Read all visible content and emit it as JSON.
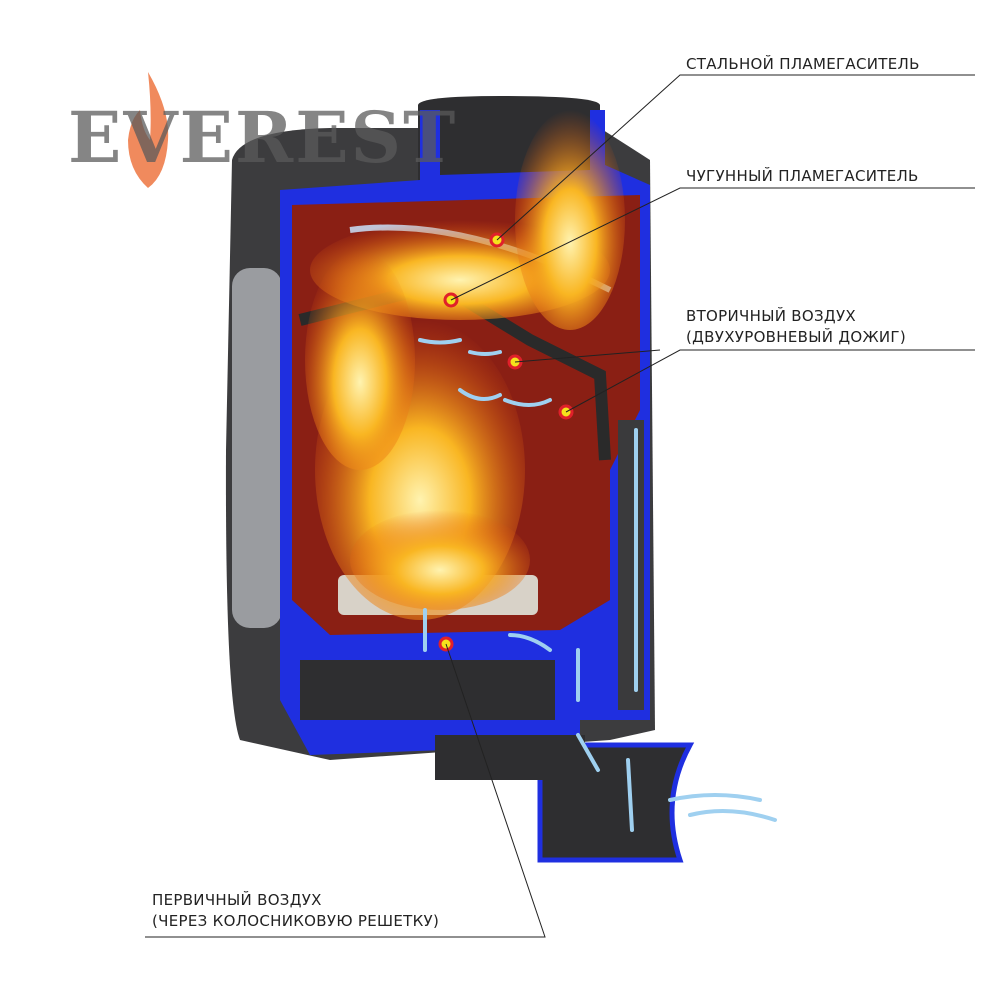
{
  "logo": {
    "text": "EVEREST",
    "flame_color": "#f08a5d"
  },
  "labels": {
    "steel": "СТАЛЬНОЙ ПЛАМЕГАСИТЕЛЬ",
    "cast_iron": "ЧУГУННЫЙ ПЛАМЕГАСИТЕЛЬ",
    "secondary_line1": "ВТОРИЧНЫЙ ВОЗДУХ",
    "secondary_line2": "(ДВУХУРОВНЕВЫЙ ДОЖИГ)",
    "primary_line1": "ПЕРВИЧНЫЙ ВОЗДУХ",
    "primary_line2": "(ЧЕРЕЗ КОЛОСНИКОВУЮ РЕШЕТКУ)"
  },
  "colors": {
    "body": "#3c3c3e",
    "section": "#1f2fe0",
    "firebox": "#8a1f14",
    "flame": "#f7a21b",
    "air": "#9fd0f0",
    "marker": "#f5e21c",
    "marker_ring": "#e0202a"
  }
}
